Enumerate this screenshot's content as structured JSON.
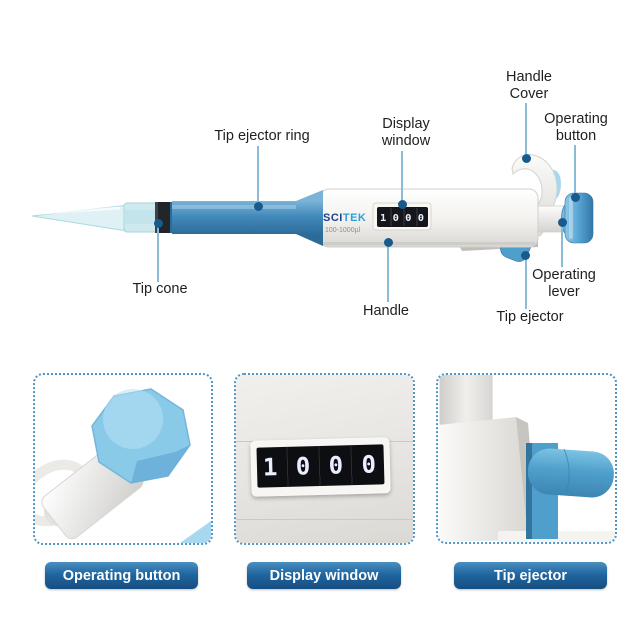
{
  "product": {
    "brand_sci": "SCI",
    "brand_tek": "TEK",
    "range_label": "100-1000µl",
    "display_value": "1 0 0 0"
  },
  "callouts": [
    {
      "id": "tip-ejector-ring",
      "lines": [
        "Tip ejector ring"
      ]
    },
    {
      "id": "tip-cone",
      "lines": [
        "Tip cone"
      ]
    },
    {
      "id": "display-window",
      "lines": [
        "Display",
        "window"
      ]
    },
    {
      "id": "handle-cover",
      "lines": [
        "Handle",
        "Cover"
      ]
    },
    {
      "id": "operating-button",
      "lines": [
        "Operating",
        "button"
      ]
    },
    {
      "id": "operating-lever",
      "lines": [
        "Operating",
        "lever"
      ]
    },
    {
      "id": "tip-ejector",
      "lines": [
        "Tip ejector"
      ]
    },
    {
      "id": "handle",
      "lines": [
        "Handle"
      ]
    }
  ],
  "detail_cards": [
    {
      "label": "Operating button"
    },
    {
      "label": "Display window"
    },
    {
      "label": "Tip ejector"
    }
  ],
  "colors": {
    "pipette_blue": "#4289bb",
    "knob_blue": "#8acae9",
    "callout_dot": "#185a8d",
    "callout_line": "#8abcd8",
    "pill_blue": "#2066a0",
    "dashed_border": "#4e96ca",
    "display_bg": "#0d0e12",
    "digit_color": "#e9efff"
  }
}
